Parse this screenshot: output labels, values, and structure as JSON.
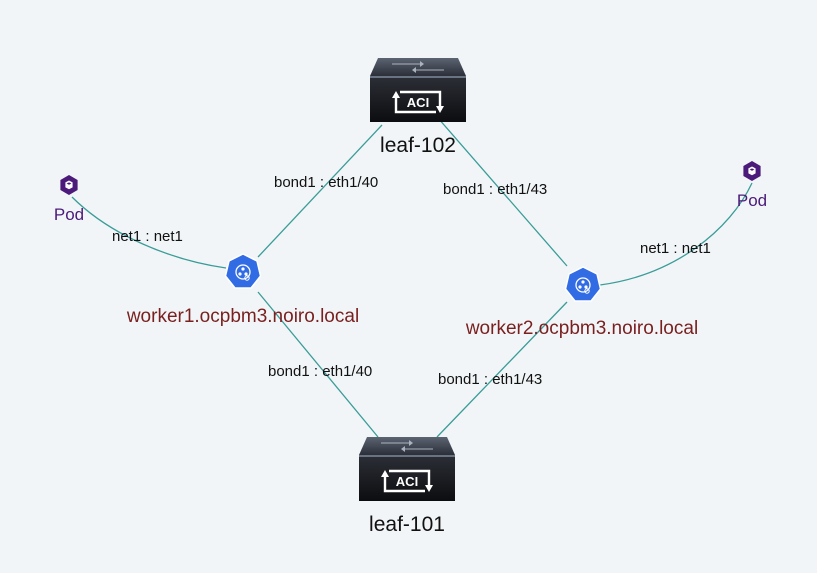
{
  "nodes": {
    "leaf_102": {
      "label": "leaf-102",
      "badge": "ACI"
    },
    "leaf_101": {
      "label": "leaf-101",
      "badge": "ACI"
    },
    "worker1": {
      "label": "worker1.ocpbm3.noiro.local"
    },
    "worker2": {
      "label": "worker2.ocpbm3.noiro.local"
    },
    "pod1": {
      "label": "Pod"
    },
    "pod2": {
      "label": "Pod"
    }
  },
  "edges": {
    "worker1_leaf102": "bond1 : eth1/40",
    "worker2_leaf102": "bond1 : eth1/43",
    "worker1_leaf101": "bond1 : eth1/40",
    "worker2_leaf101": "bond1 : eth1/43",
    "pod1_worker1": "net1 : net1",
    "pod2_worker2": "net1 : net1"
  },
  "colors": {
    "link": "#3a9c98",
    "kube_blue": "#326ce5",
    "pod_purple": "#4b1a7a",
    "worker_label": "#7a1f1f",
    "background": "#f1f5f7"
  }
}
